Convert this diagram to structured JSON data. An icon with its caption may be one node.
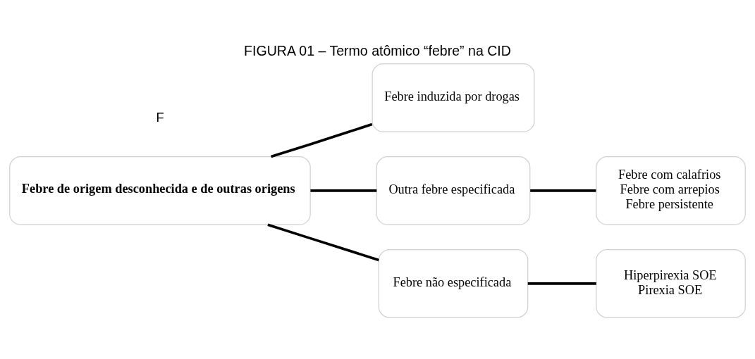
{
  "diagram": {
    "title": "FIGURA 01 – Termo atômico “febre” na CID",
    "nodes": [
      {
        "text": [
          "Febre de origem desconhecida e de outras origens"
        ]
      },
      {
        "text": [
          "Febre induzida por drogas"
        ]
      },
      {
        "text": [
          "Outra febre especificada"
        ]
      },
      {
        "text": [
          "Febre não especificada"
        ]
      },
      {
        "text": [
          "Febre com calafrios",
          "Febre com arrepios",
          "Febre persistente"
        ]
      },
      {
        "text": [
          "Hiperpirexia SOE",
          "Pirexia SOE"
        ]
      }
    ],
    "edges": [
      {
        "from": 0,
        "to": 1,
        "arrow": "none"
      },
      {
        "from": 0,
        "to": 2,
        "arrow": "none"
      },
      {
        "from": 0,
        "to": 3,
        "arrow": "none"
      },
      {
        "from": 2,
        "to": 4,
        "arrow": "none"
      },
      {
        "from": 3,
        "to": 5,
        "arrow": "none"
      }
    ],
    "labels": [
      "F"
    ]
  }
}
